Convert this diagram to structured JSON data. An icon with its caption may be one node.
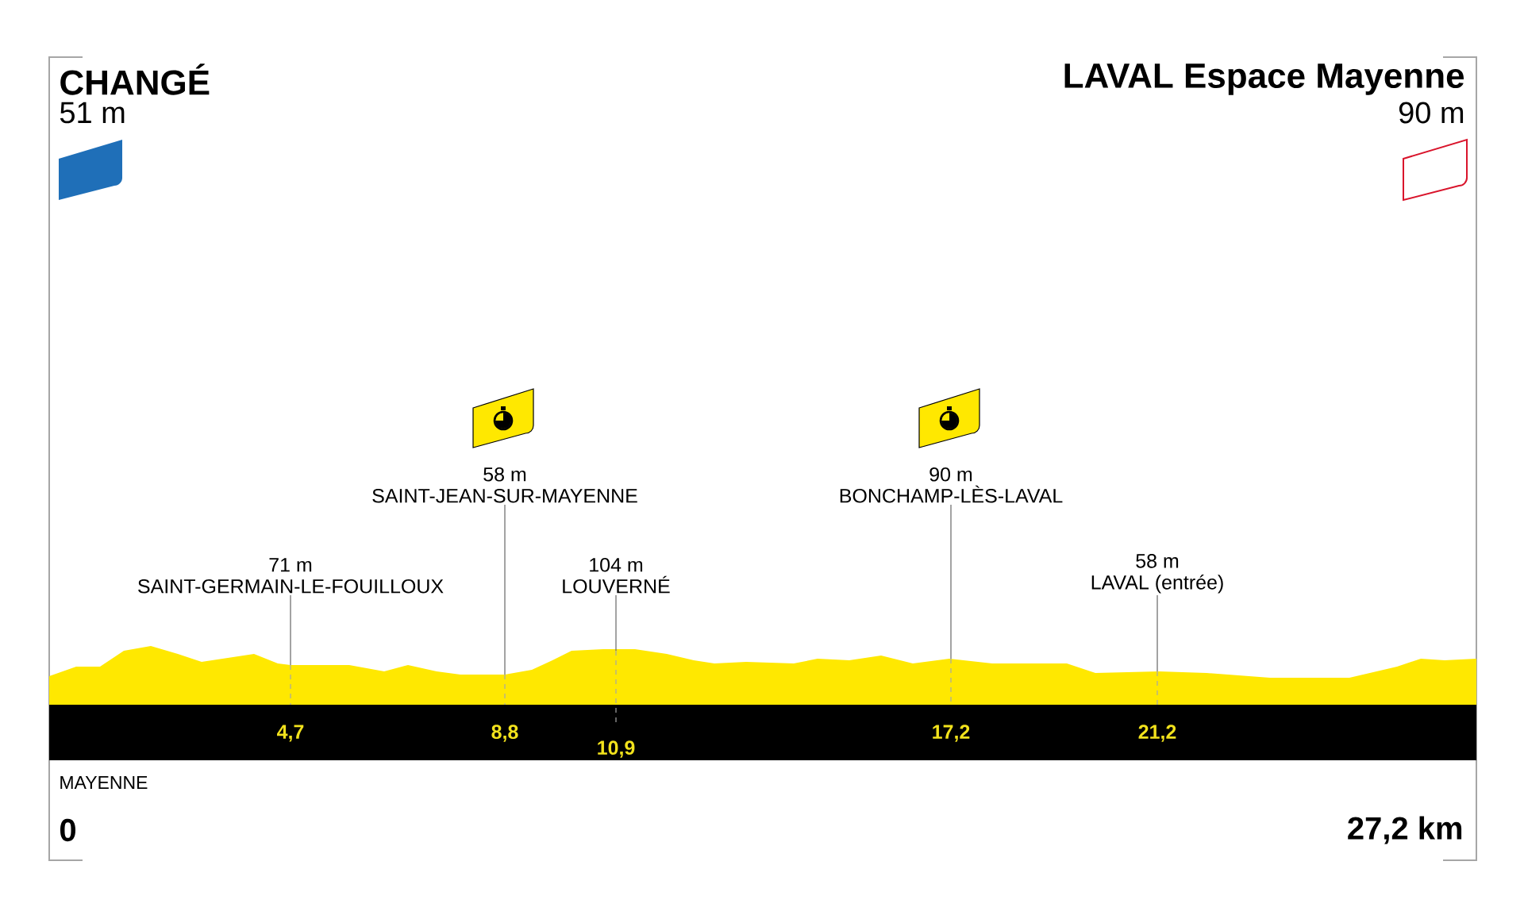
{
  "diagram": {
    "nodes": [
      {
        "text": [
          "71 m",
          "SAINT-GERMAIN-LE-FOUILLOUX"
        ]
      },
      {
        "text": [
          "58 m",
          "SAINT-JEAN-SUR-MAYENNE"
        ]
      },
      {
        "text": [
          "104 m",
          "LOUVERNÉ"
        ]
      },
      {
        "text": [
          "90 m",
          "BONCHAMP-LÈS-LAVAL"
        ]
      },
      {
        "text": [
          "58 m",
          "LAVAL (entrée)"
        ]
      }
    ],
    "edges": [
      {
        "from": 0,
        "to": null,
        "arrow": "none"
      },
      {
        "from": 1,
        "to": null,
        "arrow": "none"
      },
      {
        "from": 2,
        "to": null,
        "arrow": "none"
      },
      {
        "from": 3,
        "to": null,
        "arrow": "none"
      },
      {
        "from": 4,
        "to": null,
        "arrow": "none"
      }
    ],
    "labels": [
      "CHANGÉ",
      "51 m",
      "LAVAL Espace Mayenne",
      "90 m",
      "4,7",
      "8,8",
      "10,9",
      "17,2",
      "21,2",
      "MAYENNE",
      "0",
      "27,2 km"
    ]
  }
}
